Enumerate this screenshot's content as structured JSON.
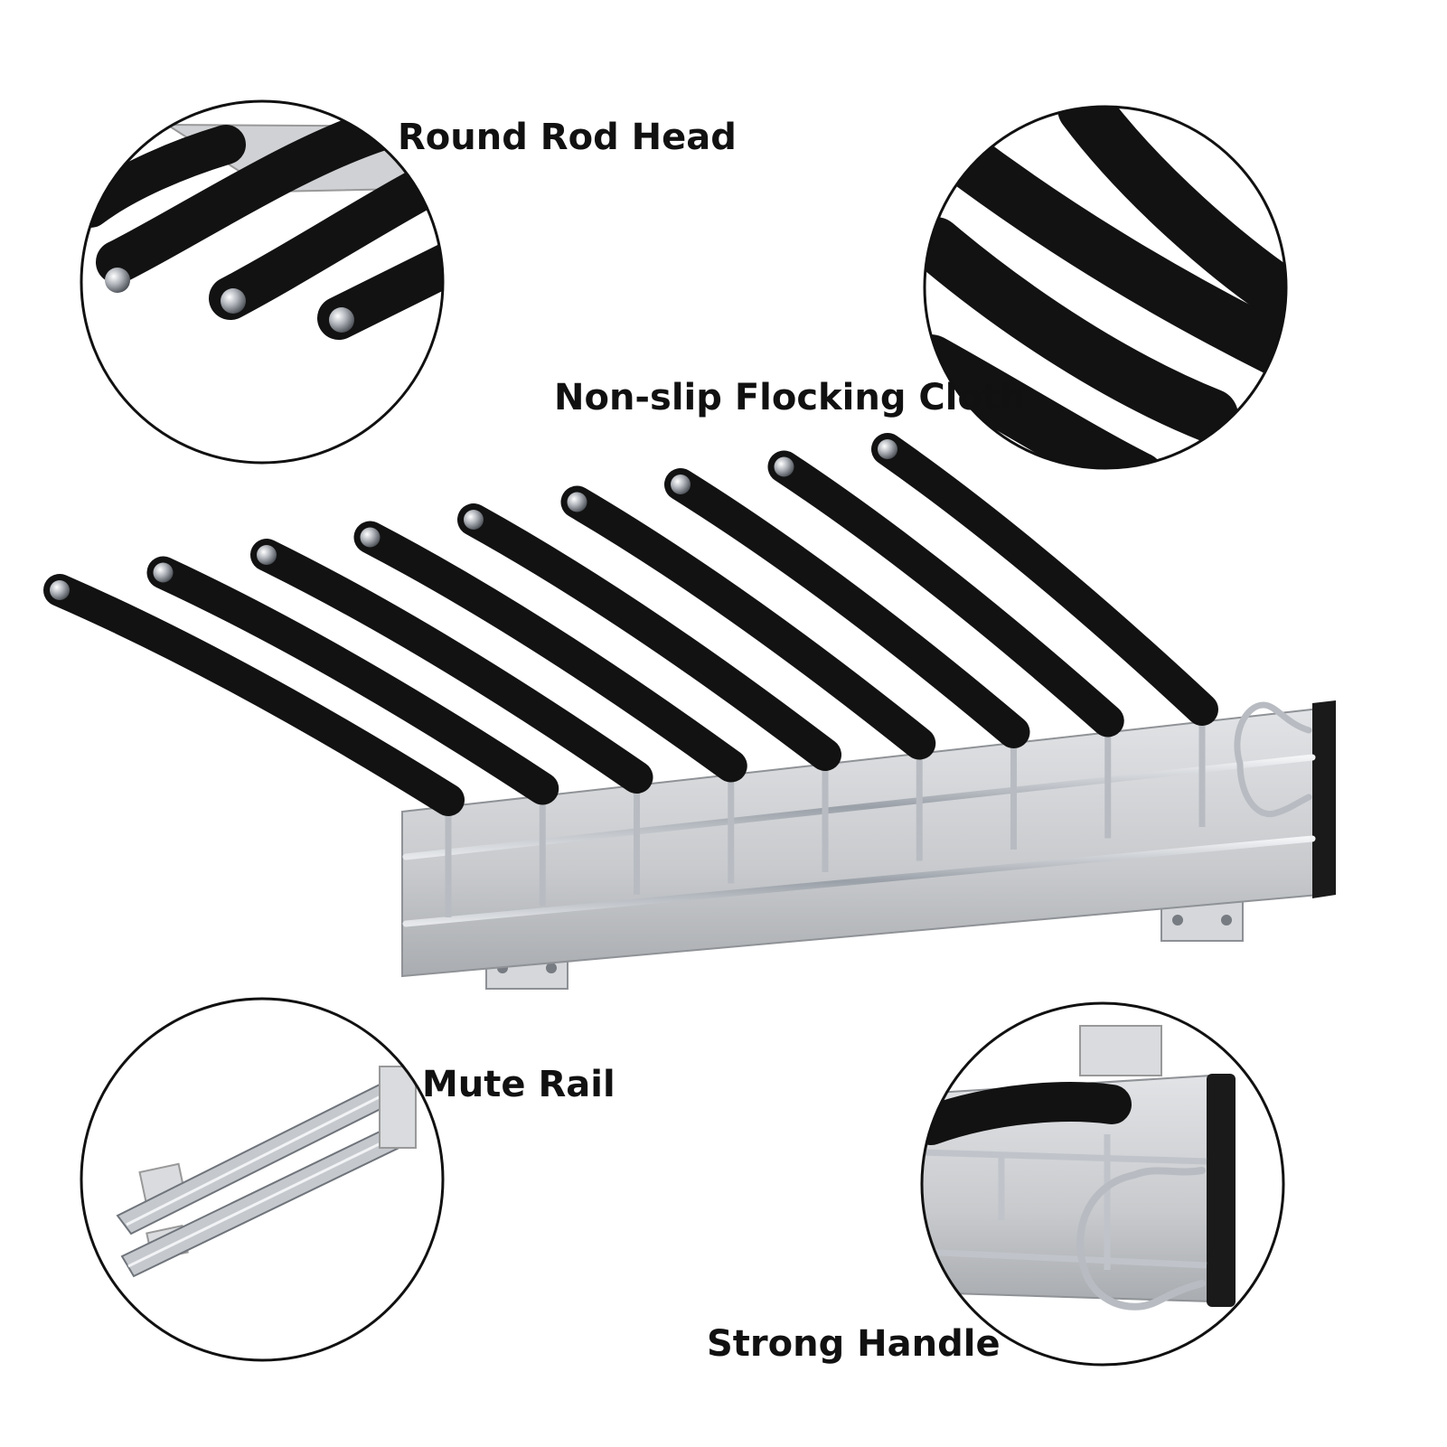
{
  "labels": {
    "round_rod_head": "Round Rod Head",
    "non_slip_flocking_cloth": "Non-slip Flocking Cloth",
    "mute_rail": "Mute Rail",
    "strong_handle": "Strong Handle"
  },
  "colors": {
    "background": "#ffffff",
    "rod_foam": "#121212",
    "rail_panel": "#c9cbce",
    "chrome": "#b8bcc2",
    "end_cap": "#1a1a1a",
    "circle_outline": "#111111"
  }
}
